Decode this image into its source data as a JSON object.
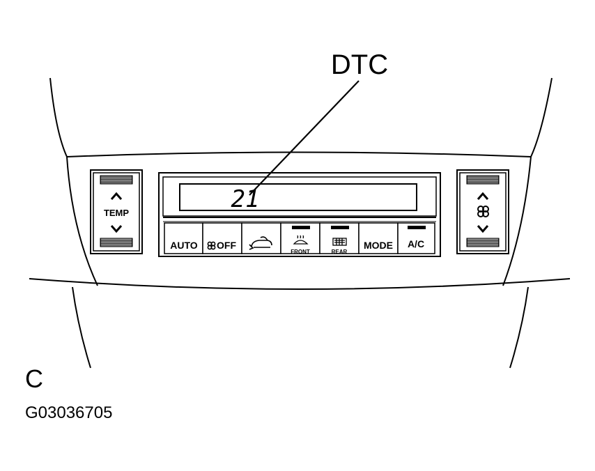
{
  "callout": {
    "label": "DTC"
  },
  "display": {
    "code": "21"
  },
  "left_knob": {
    "up_icon": "chevron-up",
    "label": "TEMP",
    "down_icon": "chevron-down"
  },
  "right_knob": {
    "up_icon": "chevron-up",
    "fan_icon": "fan",
    "down_icon": "chevron-down"
  },
  "buttons": [
    {
      "id": "auto",
      "label": "AUTO",
      "icon": ""
    },
    {
      "id": "fan-off",
      "label": "OFF",
      "icon": "fan"
    },
    {
      "id": "recirc",
      "label": "",
      "icon": "recirculation"
    },
    {
      "id": "front",
      "label": "FRONT",
      "icon": "front-defrost"
    },
    {
      "id": "rear",
      "label": "REAR",
      "icon": "rear-defrost"
    },
    {
      "id": "mode",
      "label": "MODE",
      "icon": ""
    },
    {
      "id": "ac",
      "label": "A/C",
      "icon": ""
    }
  ],
  "figure": {
    "letter": "C",
    "id": "G03036705"
  }
}
